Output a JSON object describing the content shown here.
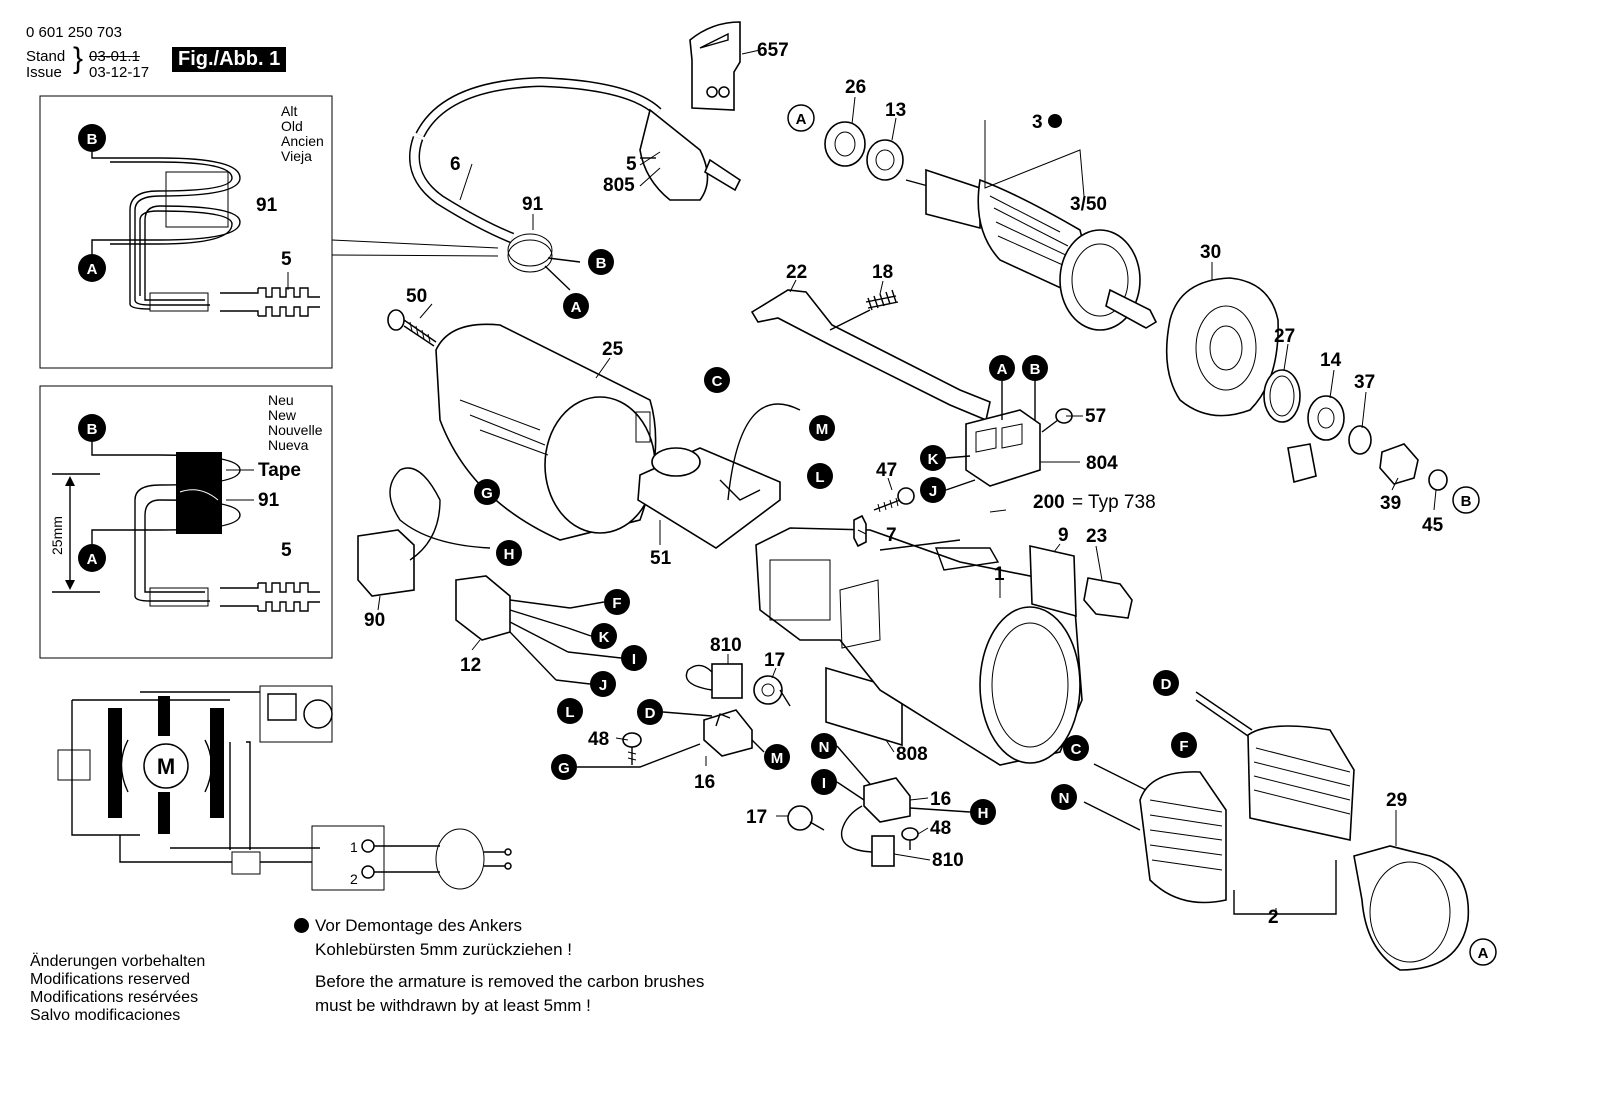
{
  "header": {
    "part_number": "0 601 250 703",
    "stand_label": "Stand",
    "issue_label": "Issue",
    "stand_old": "03-01.1",
    "issue_date": "03-12-17",
    "figure_label": "Fig./Abb. 1"
  },
  "inset_old": {
    "languages": [
      "Alt",
      "Old",
      "Ancien",
      "Vieja"
    ],
    "labels": [
      "91",
      "5"
    ],
    "markers": [
      "B",
      "A"
    ]
  },
  "inset_new": {
    "languages": [
      "Neu",
      "New",
      "Nouvelle",
      "Nueva"
    ],
    "tape_label": "Tape",
    "labels": [
      "91",
      "5"
    ],
    "dimension": "25mm",
    "markers": [
      "B",
      "A"
    ]
  },
  "parts": [
    "657",
    "6",
    "5",
    "805",
    "91",
    "50",
    "25",
    "22",
    "18",
    "26",
    "13",
    "3",
    "3/50",
    "30",
    "27",
    "14",
    "37",
    "39",
    "45",
    "57",
    "804",
    "47",
    "7",
    "200",
    "1",
    "9",
    "23",
    "51",
    "90",
    "12",
    "810",
    "17",
    "48",
    "16",
    "808",
    "2",
    "29"
  ],
  "part_200_note": "= Typ 738",
  "markers": [
    "A",
    "B",
    "C",
    "D",
    "F",
    "G",
    "H",
    "I",
    "J",
    "K",
    "L",
    "M",
    "N"
  ],
  "schematic": {
    "motor_label": "M",
    "switch_pos_1": "1",
    "switch_pos_2": "2"
  },
  "notes": {
    "de_line1": "Vor Demontage des Ankers",
    "de_line2": "Kohlebürsten 5mm zurückziehen !",
    "en_line1": "Before the armature is removed the carbon brushes",
    "en_line2": "must be withdrawn by at least 5mm !"
  },
  "disclaimer": [
    "Änderungen vorbehalten",
    "Modifications reserved",
    "Modifications resérvées",
    "Salvo modificaciones"
  ]
}
